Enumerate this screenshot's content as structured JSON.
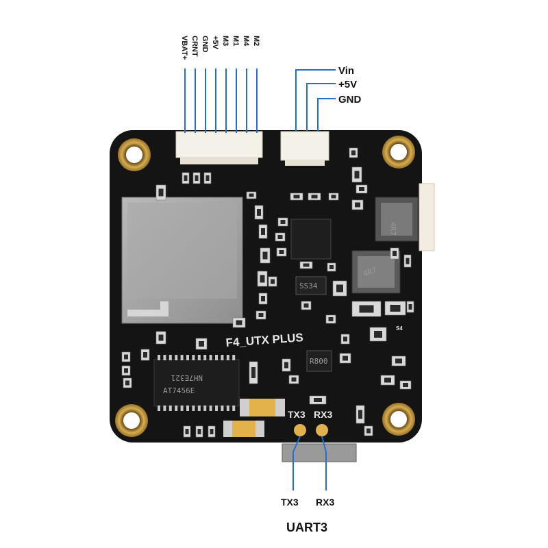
{
  "board": {
    "name": "F4_UTX PLUS",
    "chip_label_1": "NH7E321",
    "chip_label_2": "AT7456E",
    "inductor_1": "4R7",
    "inductor_2": "4R7",
    "diode_label": "SS34",
    "small_chip_label": "R800",
    "tx_pad": "TX3",
    "rx_pad": "RX3",
    "s4": "S4"
  },
  "top_connector_pins": [
    "VBAT+",
    "CRNT",
    "GND",
    "+5V",
    "M3",
    "M1",
    "M4",
    "M2"
  ],
  "power_connector_pins": [
    "Vin",
    "+5V",
    "GND"
  ],
  "uart": {
    "tx": "TX3",
    "rx": "RX3",
    "title": "UART3"
  },
  "colors": {
    "wire": "#1f6fd6",
    "pcb": "#141414",
    "gold": "#c9a04a"
  }
}
